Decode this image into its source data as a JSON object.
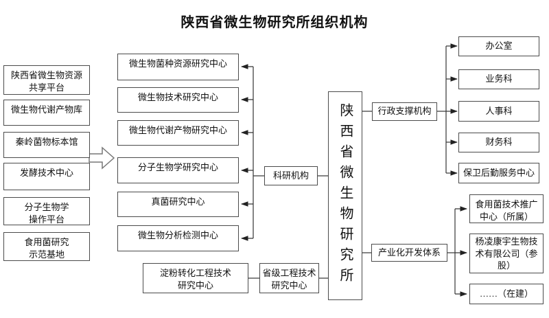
{
  "title": "陕西省微生物研究所组织机构",
  "center": {
    "label": "陕西省微生物研究所"
  },
  "left_column": {
    "items": [
      {
        "label": "陕西省微生物资源\n共享平台"
      },
      {
        "label": "微生物代谢产物库"
      },
      {
        "label": "秦岭菌物标本馆"
      },
      {
        "label": "发酵技术中心"
      },
      {
        "label": "分子生物学\n操作平台"
      },
      {
        "label": "食用菌研究\n示范基地"
      }
    ]
  },
  "research": {
    "group_label": "科研机构",
    "centers": [
      {
        "label": "微生物菌种资源研究中心"
      },
      {
        "label": "微生物技术研究中心"
      },
      {
        "label": "微生物代谢产物研究中心"
      },
      {
        "label": "分子生物学研究中心"
      },
      {
        "label": "真菌研究中心"
      },
      {
        "label": "微生物分析检测中心"
      }
    ]
  },
  "engineering": {
    "center_label": "淀粉转化工程技术\n研究中心",
    "group_label": "省级工程技术\n研究中心"
  },
  "admin": {
    "group_label": "行政支撑机构",
    "departments": [
      {
        "label": "办公室"
      },
      {
        "label": "业务科"
      },
      {
        "label": "人事科"
      },
      {
        "label": "财务科"
      },
      {
        "label": "保卫后勤服务中心"
      }
    ]
  },
  "industry": {
    "group_label": "产业化开发体系",
    "entities": [
      {
        "label": "食用菌技术推广\n中心（所属）"
      },
      {
        "label": "杨凌康宇生物技\n术有限公司（参\n股）"
      },
      {
        "label": "……（在建）"
      }
    ]
  },
  "icons": {
    "block_arrow": "right-block-arrow"
  },
  "colors": {
    "background": "#ffffff",
    "border": "#4a4a4a",
    "line": "#333333",
    "text": "#111111"
  }
}
